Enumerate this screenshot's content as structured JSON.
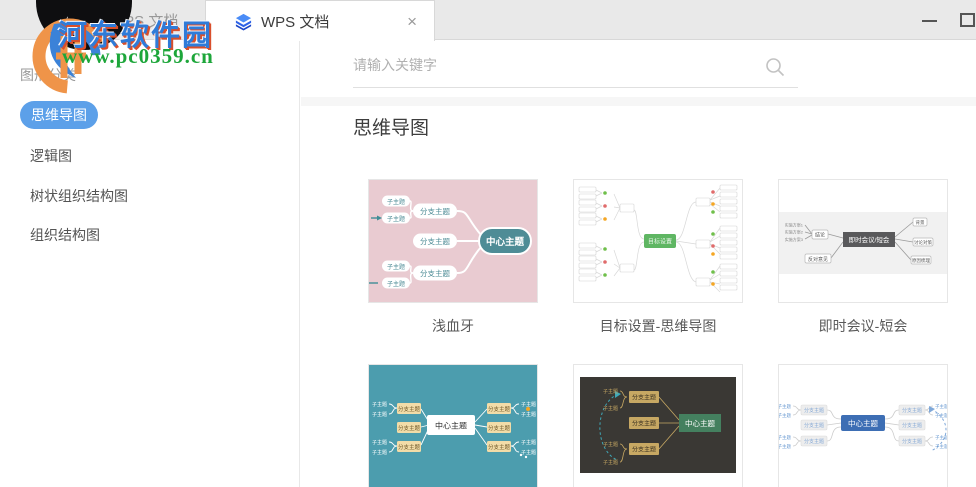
{
  "tab_bar": {
    "inactive_tab_label": "WPS 文档",
    "active_tab_label": "WPS 文档"
  },
  "icons": {
    "close": "×",
    "star": "☆"
  },
  "watermark": {
    "site_name": "河东软件园",
    "site_url": "www.pc0359.cn"
  },
  "sidebar": {
    "header": "图形分类",
    "items": [
      {
        "label": "思维导图",
        "selected": true
      },
      {
        "label": "逻辑图",
        "selected": false
      },
      {
        "label": "树状组织结构图",
        "selected": false
      },
      {
        "label": "组织结构图",
        "selected": false
      }
    ]
  },
  "search": {
    "placeholder": "请输入关键字"
  },
  "content": {
    "section_title": "思维导图"
  },
  "templates": [
    {
      "caption": "浅血牙"
    },
    {
      "caption": "目标设置-思维导图"
    },
    {
      "caption": "即时会议-短会"
    }
  ],
  "thumb_labels": {
    "center": "中心主题",
    "branch": "分支主题",
    "sub": "子主题",
    "goal_center": "目标设置",
    "meeting_center": "即时会议/短会",
    "meeting_conclusion": "结论",
    "meeting_objection": "反对意见",
    "meeting_plan1": "实施方案1",
    "meeting_plan2": "实施方案2",
    "meeting_plan3": "实施方案3",
    "meeting_background": "背景",
    "meeting_discussion": "讨论对策",
    "meeting_followup": "原因梳理"
  },
  "colors": {
    "accent_blue": "#5CA0E9",
    "thumb1_bg": "#E9CBD1",
    "thumb1_node": "#4E8C96",
    "thumb2_center": "#5FB663",
    "thumb3_center": "#59595B",
    "thumb4_bg": "#4C9DAE",
    "thumb4_branch": "#F2DCA8",
    "thumb5_bg": "#3A3834",
    "thumb5_center": "#44805F",
    "thumb5_branch": "#C7A863",
    "thumb6_center": "#3D6EB4"
  }
}
